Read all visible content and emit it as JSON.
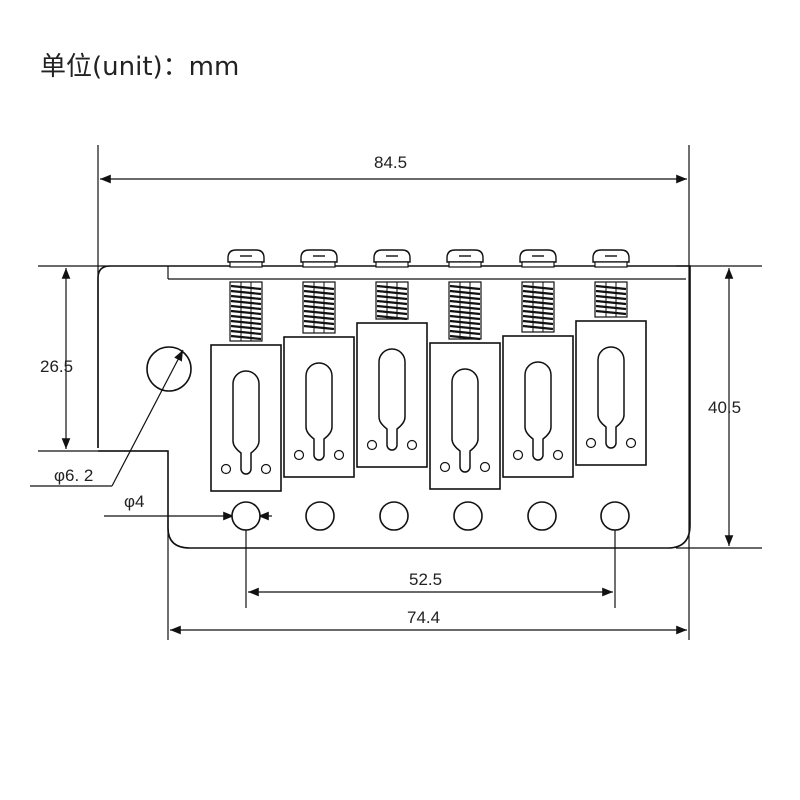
{
  "unit_note": "单位(unit)：mm",
  "dimensions": {
    "overall_width": "84.5",
    "left_height": "26.5",
    "total_height": "40.5",
    "mount_hole_dia": "φ6. 2",
    "string_hole_dia": "φ4",
    "string_spacing": "52.5",
    "plate_width": "74.4"
  }
}
